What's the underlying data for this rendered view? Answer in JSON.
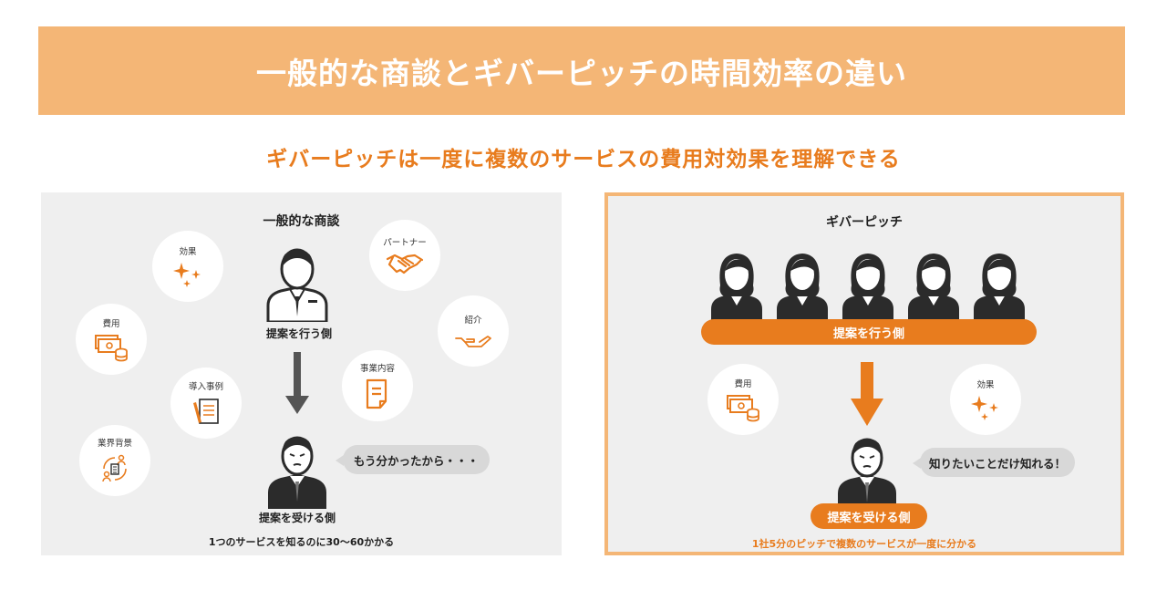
{
  "banner": {
    "title": "一般的な商談とギバーピッチの時間効率の違い"
  },
  "subtitle": "ギバーピッチは一度に複数のサービスの費用対効果を理解できる",
  "left_panel": {
    "title": "一般的な商談",
    "circles": {
      "effect": "効果",
      "partner": "パートナー",
      "cost": "費用",
      "intro": "紹介",
      "case": "導入事例",
      "business": "事業内容",
      "industry": "業界背景"
    },
    "proposer_label": "提案を行う側",
    "receiver_label": "提案を受ける側",
    "bubble": "もう分かったから・・・",
    "caption": "1つのサービスを知るのに30～60かかる"
  },
  "right_panel": {
    "title": "ギバーピッチ",
    "proposer_label": "提案を行う側",
    "circles": {
      "cost": "費用",
      "effect": "効果"
    },
    "bubble": "知りたいことだけ知れる！",
    "receiver_label": "提案を受ける側",
    "caption": "1社5分のピッチで複数のサービスが一度に分かる"
  },
  "colors": {
    "accent": "#e87c1e",
    "banner": "#f4b676",
    "panel": "#efefef",
    "bubble": "#d8d8d8",
    "figure": "#2b2b2b"
  },
  "icons": [
    "sparkle-icon",
    "handshake-icon",
    "money-coins-icon",
    "open-hand-icon",
    "document-check-icon",
    "document-icon",
    "people-cycle-icon",
    "businessman-icon",
    "woman-icon",
    "down-arrow-icon"
  ]
}
